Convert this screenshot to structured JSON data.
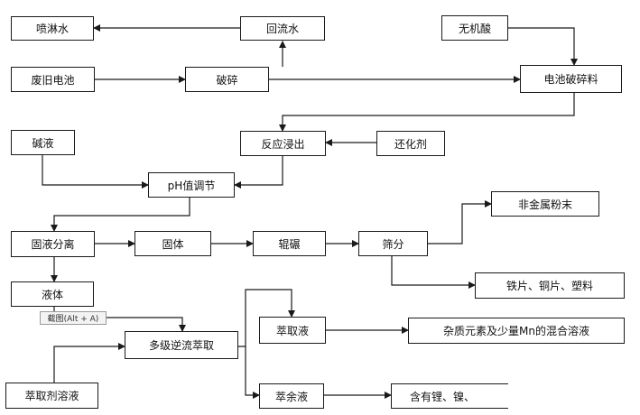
{
  "nodes": {
    "spray_water": "喷淋水",
    "return_water": "回流水",
    "inorganic_acid": "无机酸",
    "waste_battery": "废旧电池",
    "crushing": "破碎",
    "battery_crushed_material": "电池破碎料",
    "alkali_solution": "碱液",
    "reaction_leaching": "反应浸出",
    "reducing_agent": "还化剂",
    "ph_adjust": "pH值调节",
    "solid_liquid_separation": "固液分离",
    "solid": "固体",
    "rolling": "辊碾",
    "screening": "筛分",
    "nonmetal_powder": "非金属粉末",
    "iron_copper_plastic": "铁片、铜片、塑料",
    "liquid": "液体",
    "multistage_extraction": "多级逆流萃取",
    "extractant_solution": "萃取剂溶液",
    "extract_liquid": "萃取液",
    "impurity_mixture": "杂质元素及少量Mn的混合溶液",
    "raffinate": "萃余液",
    "contains_li_ni": "含有锂、镍、"
  },
  "overlay": {
    "screenshot_tooltip": "截图(Alt + A)"
  }
}
